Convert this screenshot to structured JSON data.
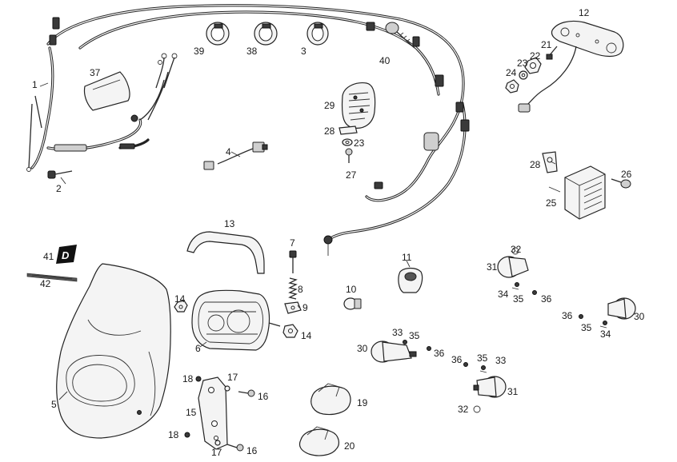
{
  "labels": {
    "n1": "1",
    "n2": "2",
    "n3": "3",
    "n4": "4",
    "n5": "5",
    "n6": "6",
    "n7": "7",
    "n8": "8",
    "n9": "9",
    "n10": "10",
    "n11": "11",
    "n12": "12",
    "n13": "13",
    "n14a": "14",
    "n14b": "14",
    "n15": "15",
    "n16a": "16",
    "n16b": "16",
    "n17a": "17",
    "n17b": "17",
    "n18a": "18",
    "n18b": "18",
    "n19": "19",
    "n20": "20",
    "n21": "21",
    "n22": "22",
    "n23a": "23",
    "n23b": "23",
    "n24": "24",
    "n25": "25",
    "n26": "26",
    "n27": "27",
    "n28a": "28",
    "n28b": "28",
    "n29": "29",
    "n30a": "30",
    "n30b": "30",
    "n31a": "31",
    "n31b": "31",
    "n32a": "32",
    "n32b": "32",
    "n33a": "33",
    "n33b": "33",
    "n34a": "34",
    "n34b": "34",
    "n35a": "35",
    "n35b": "35",
    "n35c": "35",
    "n35d": "35",
    "n36a": "36",
    "n36b": "36",
    "n36c": "36",
    "n36d": "36",
    "n37": "37",
    "n38": "38",
    "n39": "39",
    "n40": "40",
    "n41": "41",
    "n42": "42"
  },
  "decal_letter": "D"
}
